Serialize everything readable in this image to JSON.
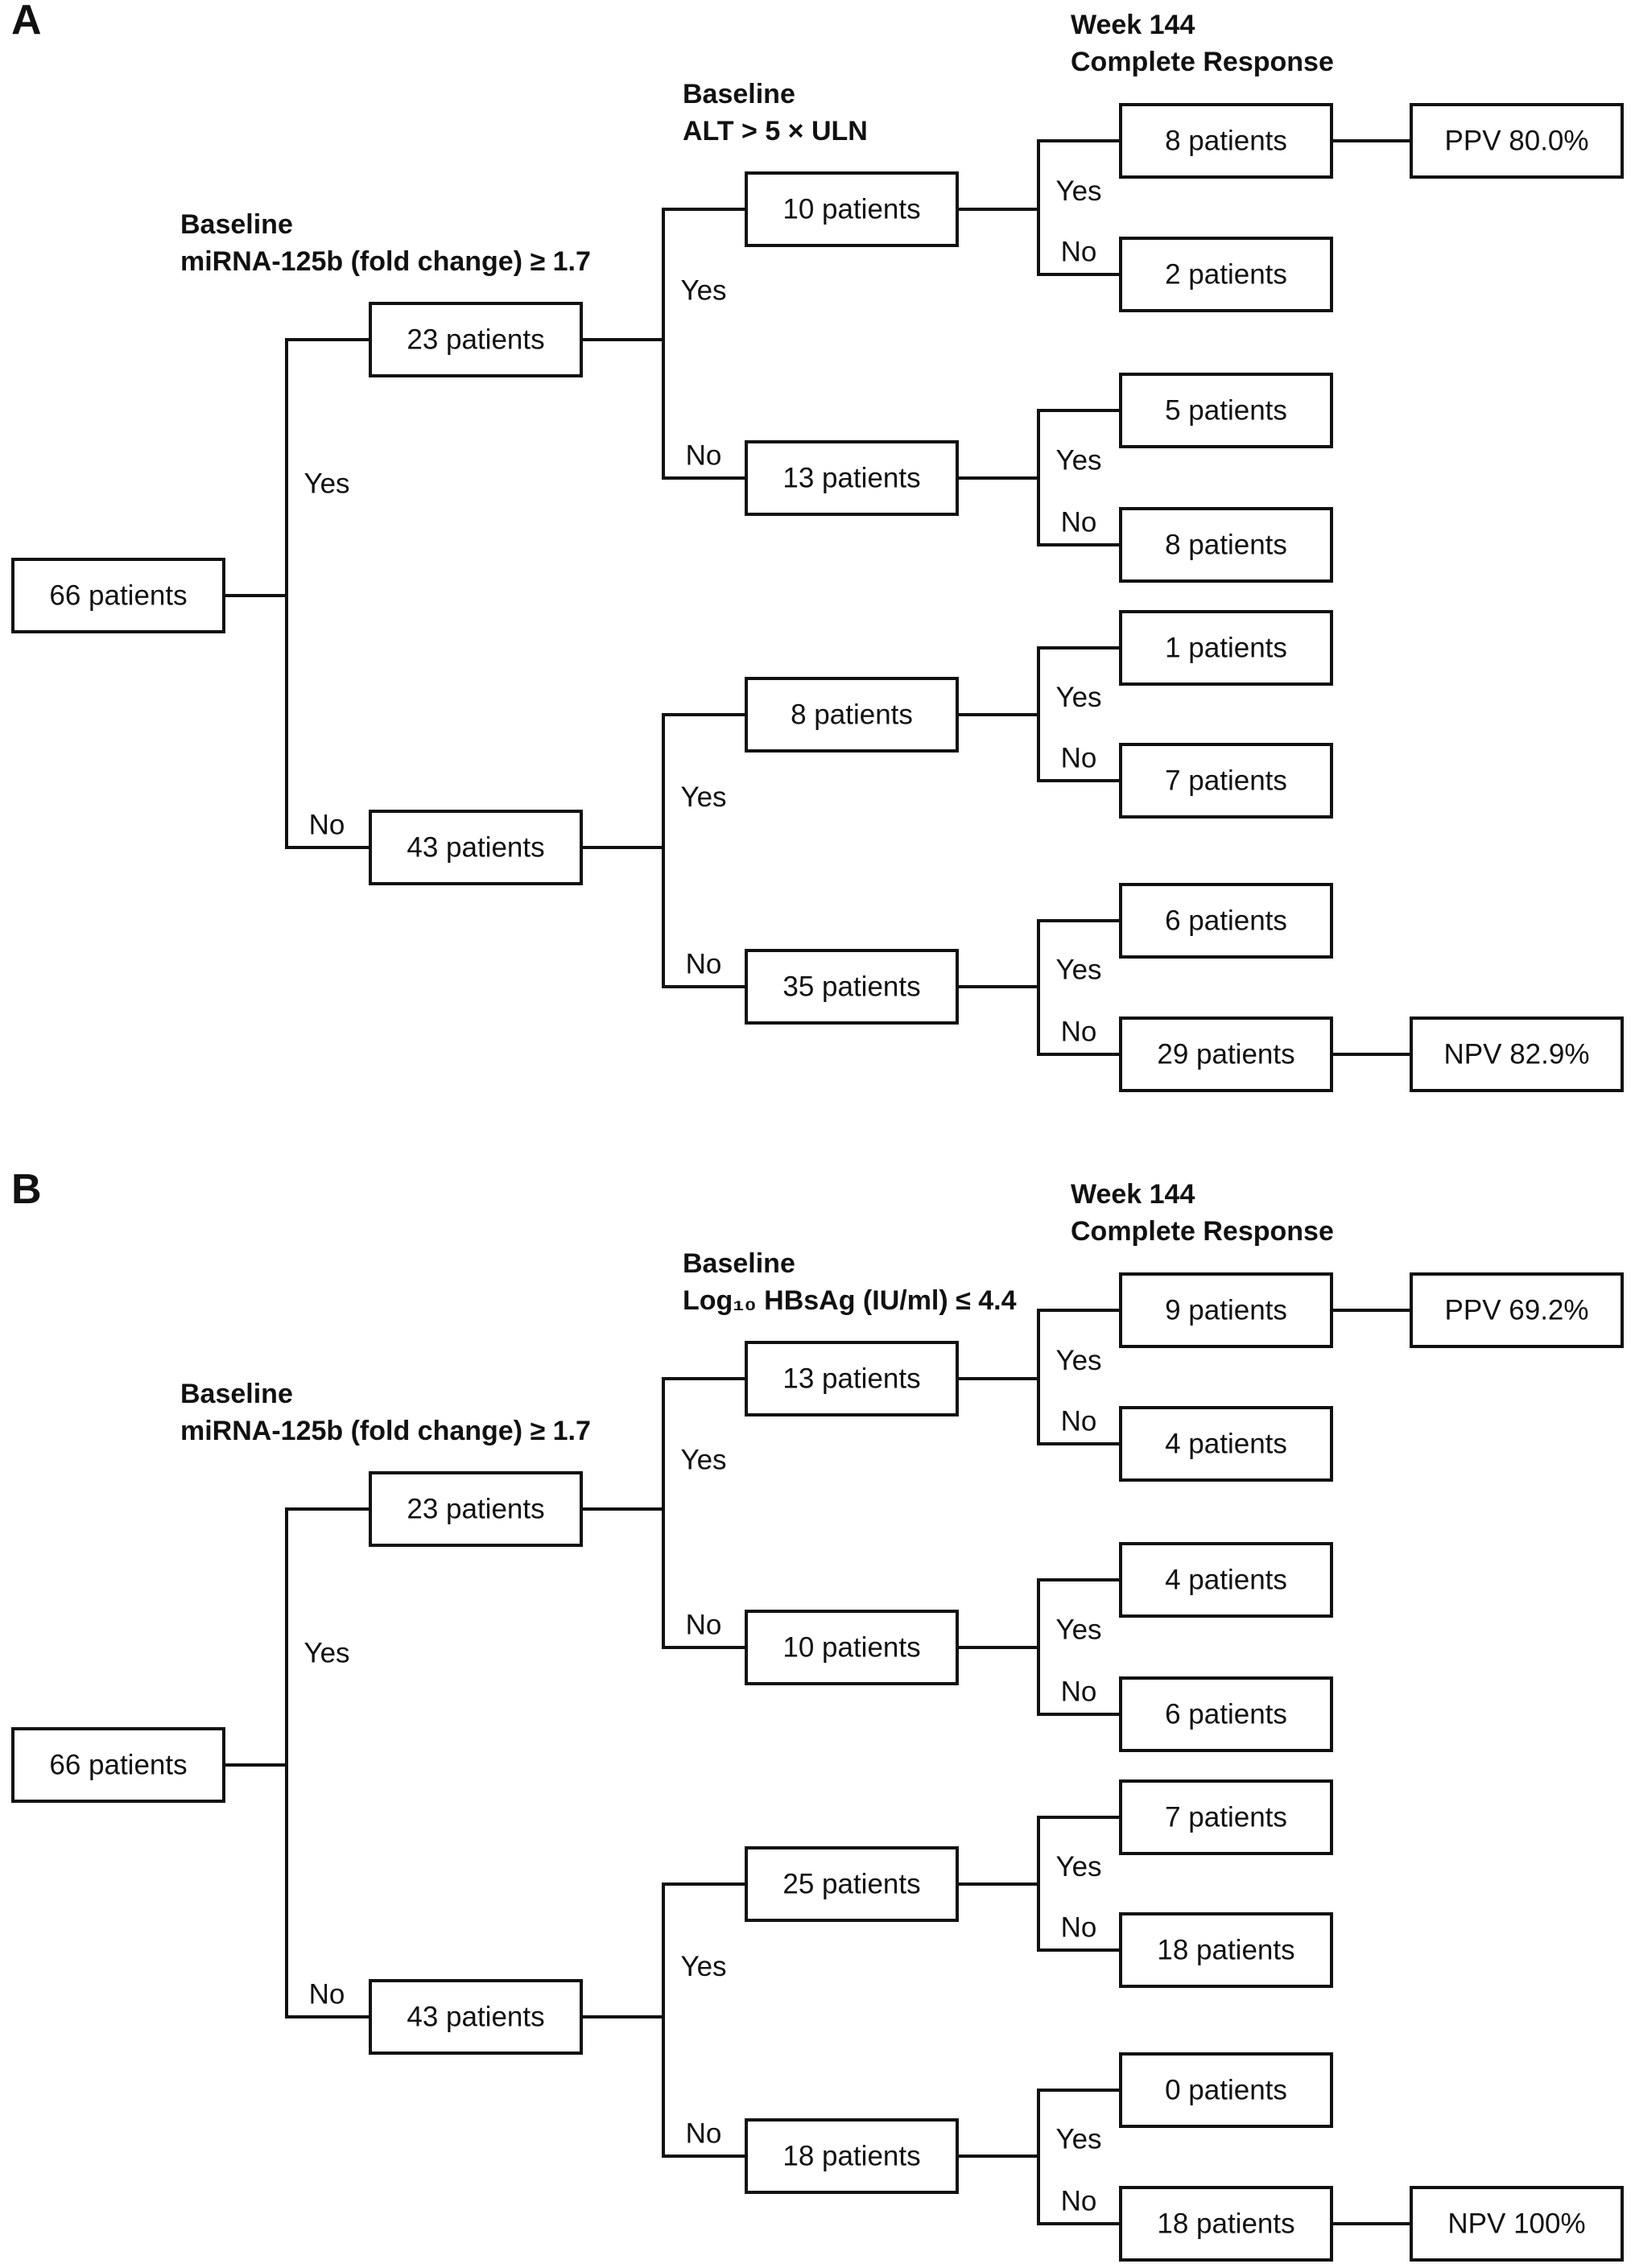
{
  "panels": [
    {
      "label": "A",
      "headers": {
        "h1": [
          "Baseline",
          "miRNA-125b (fold change) ≥ 1.7"
        ],
        "h2": [
          "Baseline",
          "ALT > 5 × ULN"
        ],
        "h3": [
          "Week 144",
          "Complete Response"
        ]
      },
      "root": "66 patients",
      "l1": [
        "23 patients",
        "43 patients"
      ],
      "l2": [
        "10 patients",
        "13 patients",
        "8 patients",
        "35 patients"
      ],
      "l3": [
        "8 patients",
        "2 patients",
        "5 patients",
        "8 patients",
        "1 patients",
        "7 patients",
        "6 patients",
        "29 patients"
      ],
      "ppv": "PPV 80.0%",
      "npv": "NPV 82.9%"
    },
    {
      "label": "B",
      "headers": {
        "h1": [
          "Baseline",
          "miRNA-125b (fold change) ≥ 1.7"
        ],
        "h2": [
          "Baseline",
          "Log₁₀ HBsAg (IU/ml) ≤ 4.4"
        ],
        "h3": [
          "Week 144",
          "Complete Response"
        ]
      },
      "root": "66 patients",
      "l1": [
        "23 patients",
        "43 patients"
      ],
      "l2": [
        "13 patients",
        "10 patients",
        "25 patients",
        "18 patients"
      ],
      "l3": [
        "9 patients",
        "4 patients",
        "4 patients",
        "6 patients",
        "7 patients",
        "18 patients",
        "0 patients",
        "18 patients"
      ],
      "ppv": "PPV 69.2%",
      "npv": "NPV 100%"
    }
  ],
  "branch_labels": {
    "yes": "Yes",
    "no": "No"
  }
}
